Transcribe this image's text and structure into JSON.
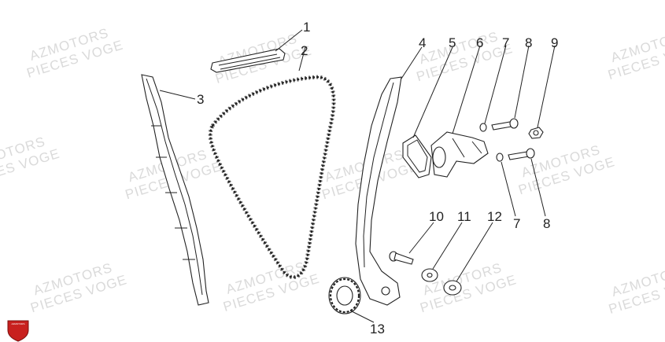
{
  "watermark": {
    "line1": "AZMOTORS",
    "line2": "PIECES VOGE"
  },
  "callouts": [
    {
      "id": "c1",
      "label": "1"
    },
    {
      "id": "c2",
      "label": "2"
    },
    {
      "id": "c3",
      "label": "3"
    },
    {
      "id": "c4",
      "label": "4"
    },
    {
      "id": "c5",
      "label": "5"
    },
    {
      "id": "c6",
      "label": "6"
    },
    {
      "id": "c7a",
      "label": "7"
    },
    {
      "id": "c8a",
      "label": "8"
    },
    {
      "id": "c9",
      "label": "9"
    },
    {
      "id": "c7b",
      "label": "7"
    },
    {
      "id": "c8b",
      "label": "8"
    },
    {
      "id": "c10",
      "label": "10"
    },
    {
      "id": "c11",
      "label": "11"
    },
    {
      "id": "c12",
      "label": "12"
    },
    {
      "id": "c13",
      "label": "13"
    }
  ],
  "logo": {
    "text": "AZMOTORS",
    "color": "#c8201e"
  }
}
